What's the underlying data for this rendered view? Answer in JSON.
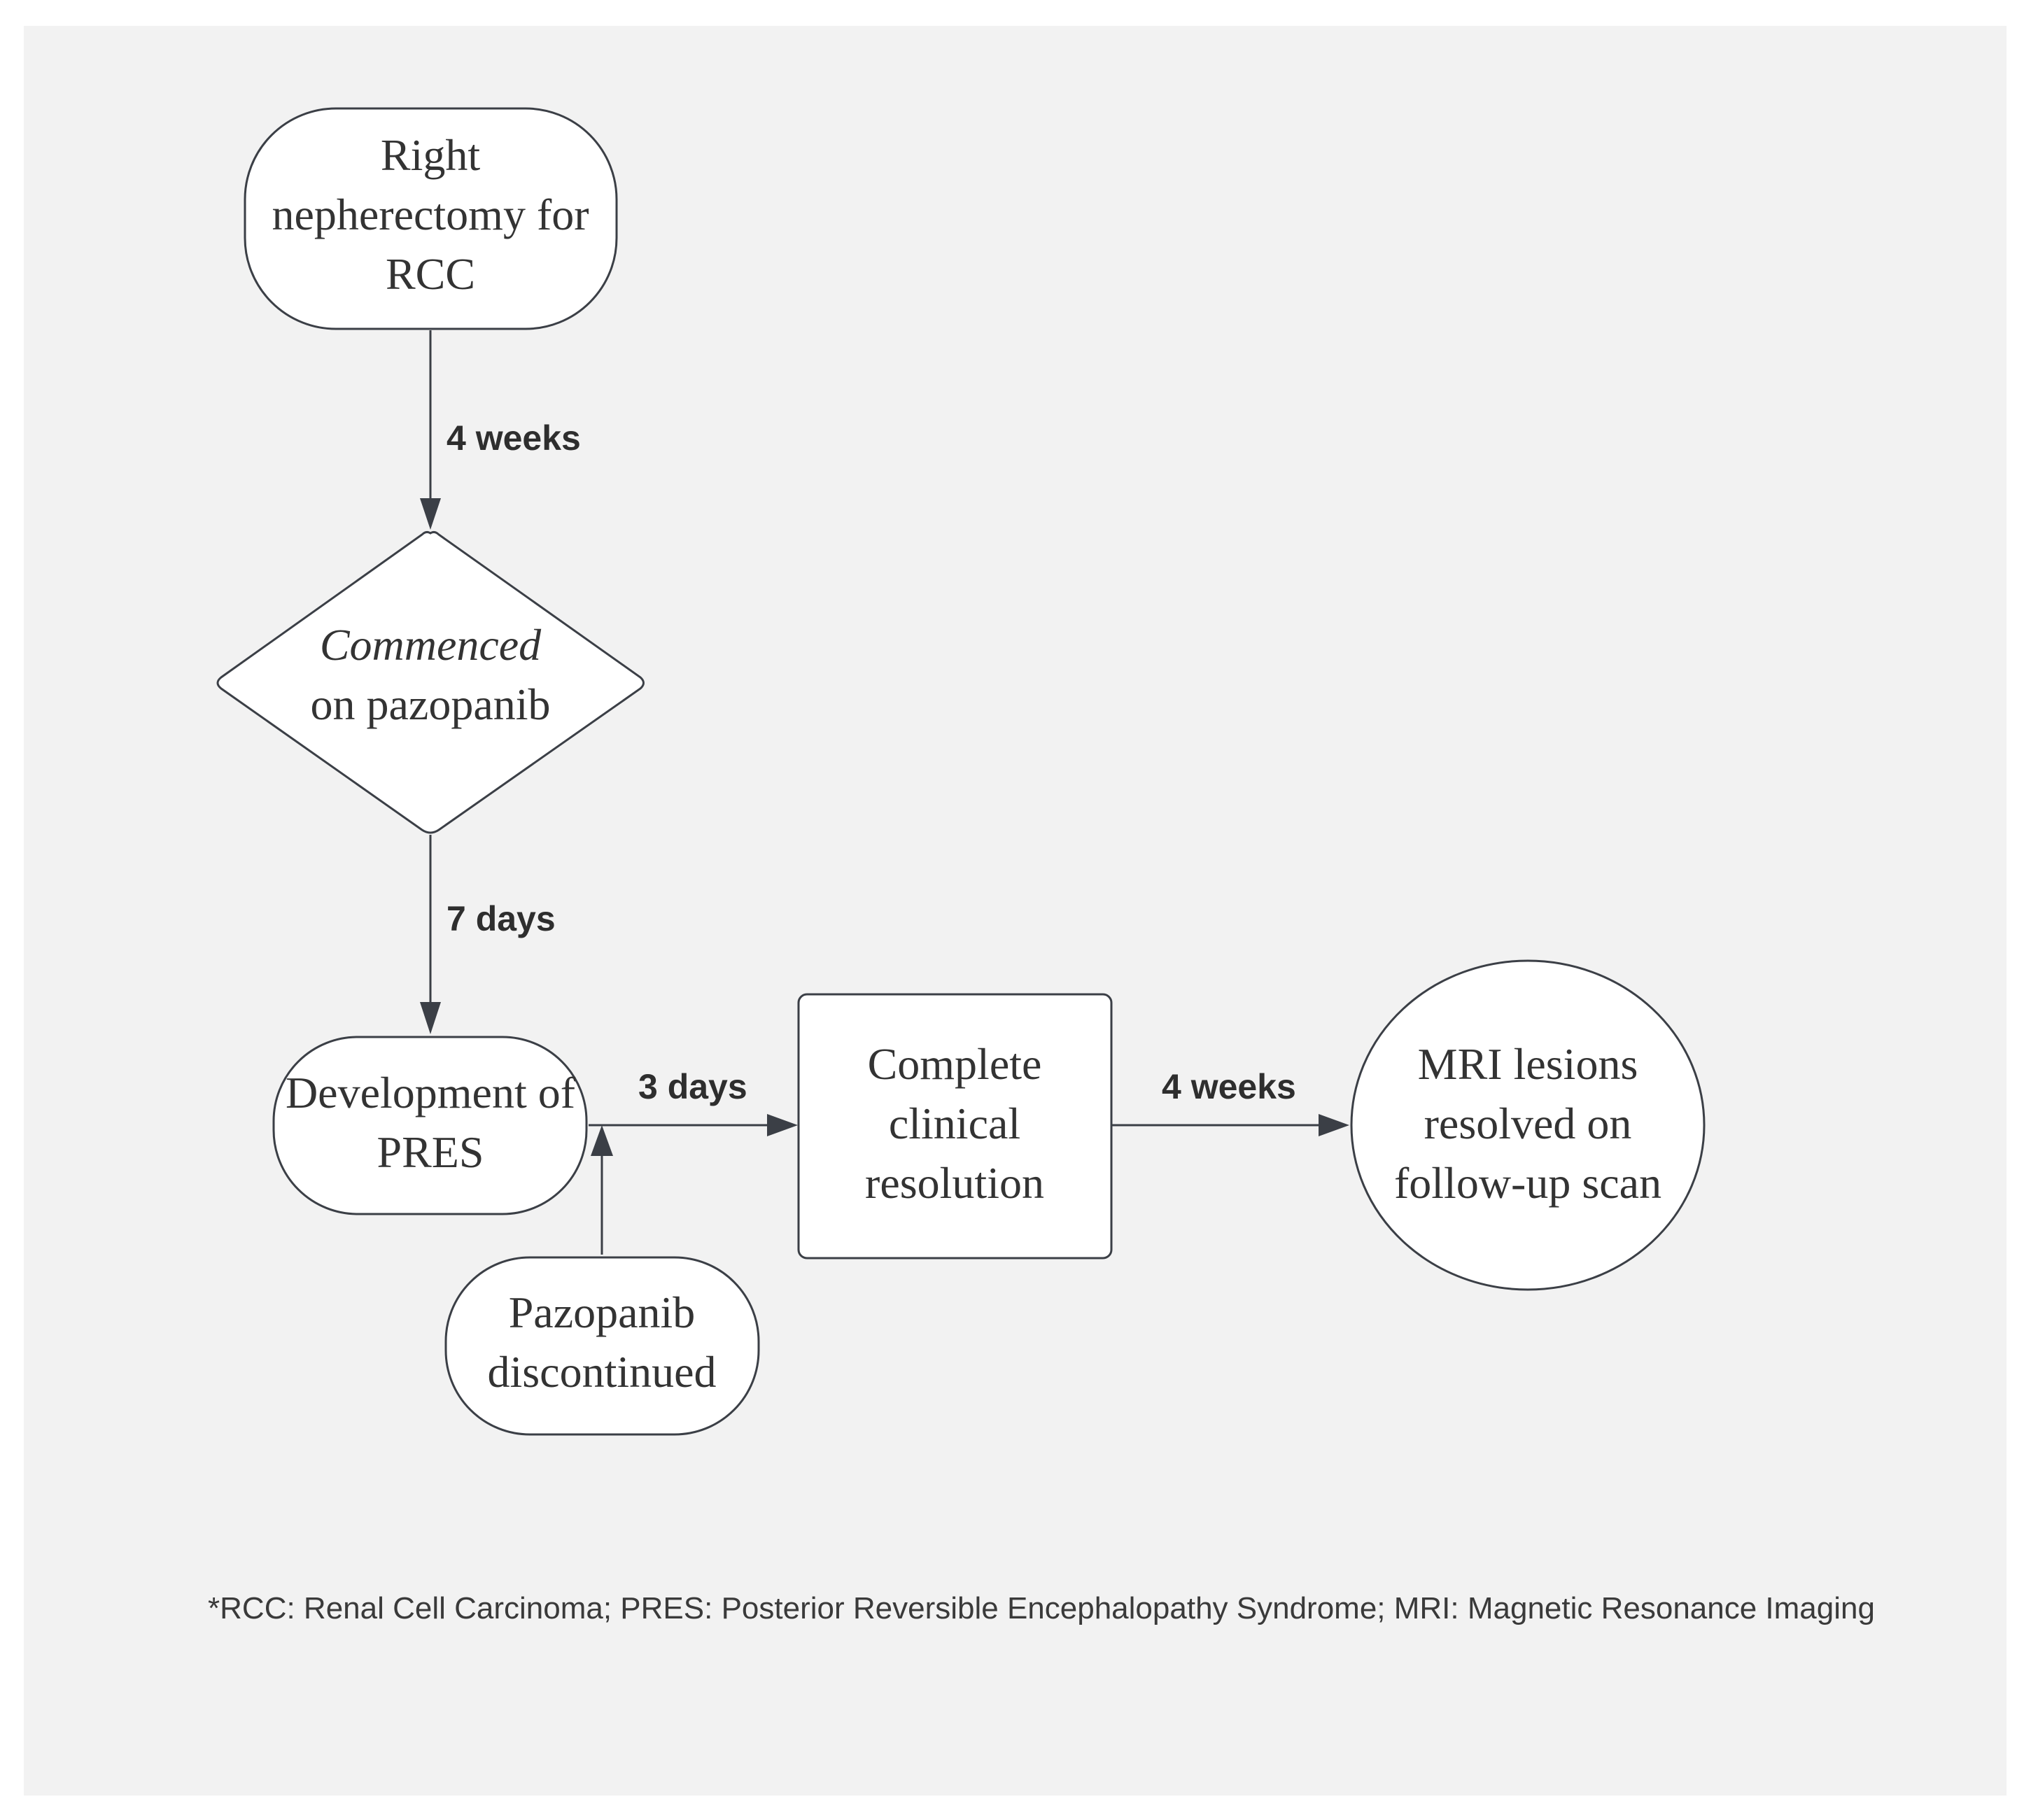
{
  "nodes": {
    "nephrectomy": {
      "lines": [
        "Right",
        "nepherectomy for",
        "RCC"
      ]
    },
    "pazopanib_start": {
      "line1_italic": "Commenced",
      "line2": "on pazopanib"
    },
    "pres": {
      "lines": [
        "Development of",
        "PRES"
      ]
    },
    "discontinued": {
      "lines": [
        "Pazopanib",
        "discontinued"
      ]
    },
    "resolution": {
      "lines": [
        "Complete",
        "clinical",
        "resolution"
      ]
    },
    "mri": {
      "lines": [
        "MRI lesions",
        "resolved on",
        "follow-up scan"
      ]
    }
  },
  "edges": {
    "e1": "4 weeks",
    "e2": "7 days",
    "e3": "3 days",
    "e4": "4 weeks"
  },
  "footnote": "*RCC: Renal Cell Carcinoma; PRES: Posterior Reversible Encephalopathy Syndrome; MRI: Magnetic Resonance Imaging",
  "colors": {
    "background": "#f2f2f2",
    "node_fill": "#ffffff",
    "stroke": "#3b3f46",
    "text": "#333333"
  }
}
